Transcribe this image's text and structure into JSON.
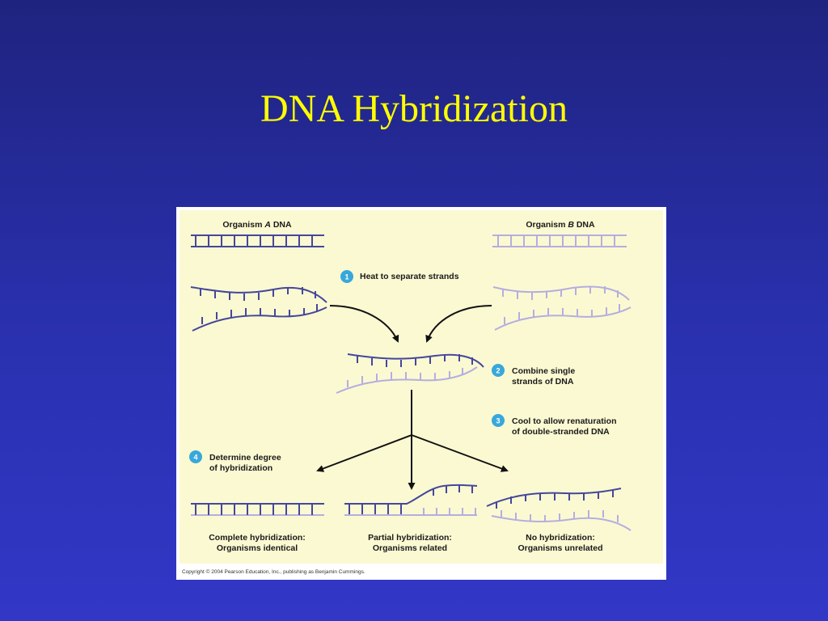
{
  "slide": {
    "title": "DNA Hybridization"
  },
  "figure": {
    "colors": {
      "panel_bg": "#fbf9d2",
      "organism_a": "#45479b",
      "organism_b": "#b5aee0",
      "step_badge": "#38a8db",
      "arrow": "#111111"
    },
    "organism_a_label": {
      "pre": "Organism ",
      "em": "A",
      "post": " DNA"
    },
    "organism_b_label": {
      "pre": "Organism ",
      "em": "B",
      "post": " DNA"
    },
    "steps": [
      {
        "number": "1",
        "lines": [
          "Heat to separate strands"
        ]
      },
      {
        "number": "2",
        "lines": [
          "Combine single",
          "strands of DNA"
        ]
      },
      {
        "number": "3",
        "lines": [
          "Cool to allow renaturation",
          "of double-stranded DNA"
        ]
      },
      {
        "number": "4",
        "lines": [
          "Determine degree",
          "of hybridization"
        ]
      }
    ],
    "outcomes": [
      {
        "line1": "Complete hybridization:",
        "line2": "Organisms identical"
      },
      {
        "line1": "Partial hybridization:",
        "line2": "Organisms related"
      },
      {
        "line1": "No hybridization:",
        "line2": "Organisms unrelated"
      }
    ],
    "copyright": "Copyright © 2004 Pearson Education, Inc., publishing as Benjamin Cummings."
  }
}
